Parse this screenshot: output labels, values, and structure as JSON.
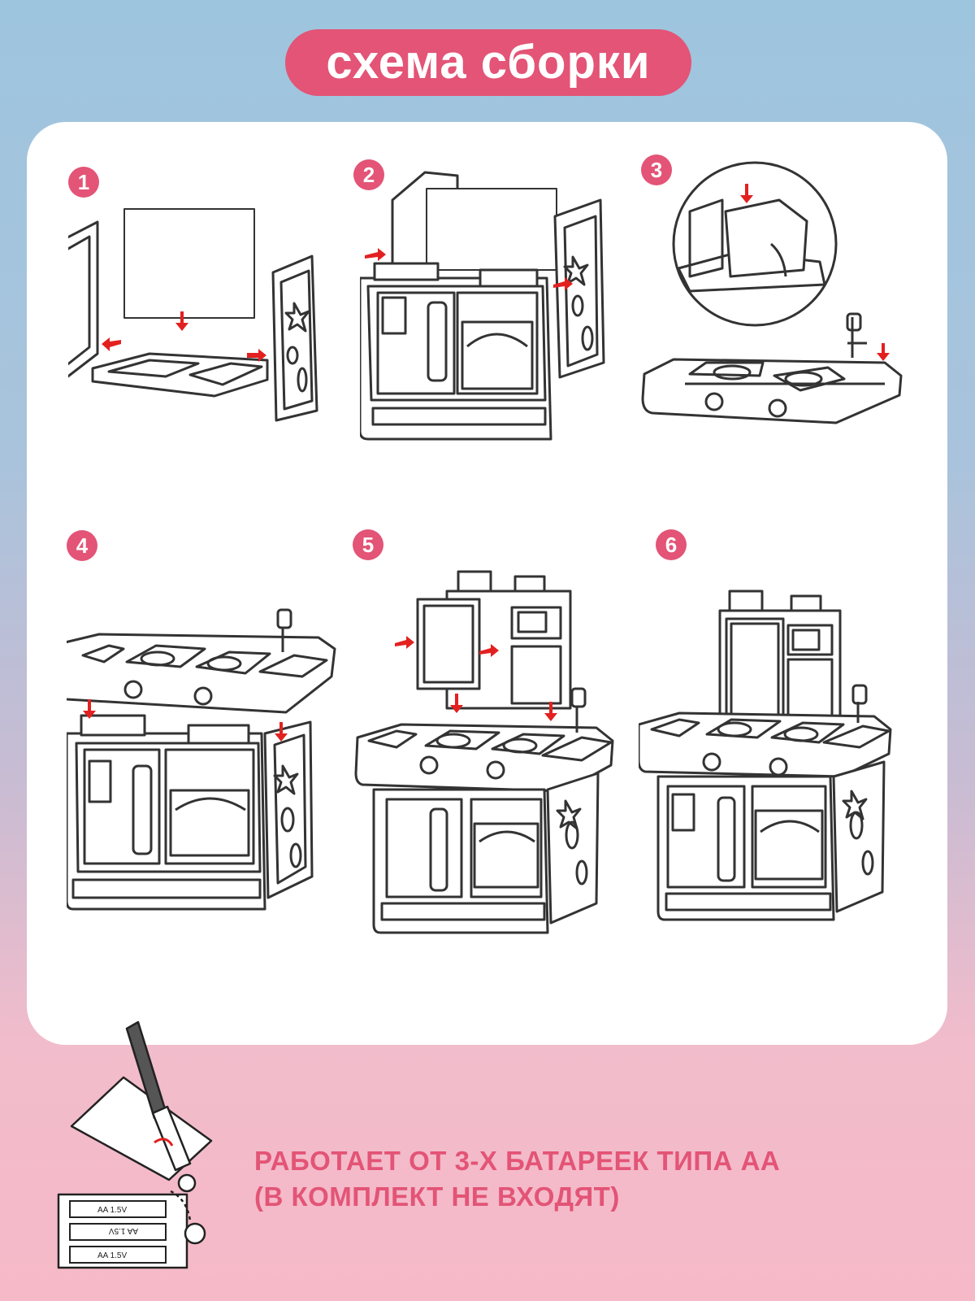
{
  "header": {
    "title": "схема сборки"
  },
  "steps": [
    {
      "number": "1"
    },
    {
      "number": "2"
    },
    {
      "number": "3"
    },
    {
      "number": "4"
    },
    {
      "number": "5"
    },
    {
      "number": "6"
    }
  ],
  "battery_label": "AA 1.5V",
  "note": {
    "line1": "РАБОТАЕТ ОТ 3-Х БАТАРЕЕК ТИПА АА",
    "line2": "(В КОМПЛЕКТ НЕ ВХОДЯТ)"
  },
  "colors": {
    "accent": "#e35476",
    "arrow": "#e32020",
    "stroke": "#333333"
  }
}
